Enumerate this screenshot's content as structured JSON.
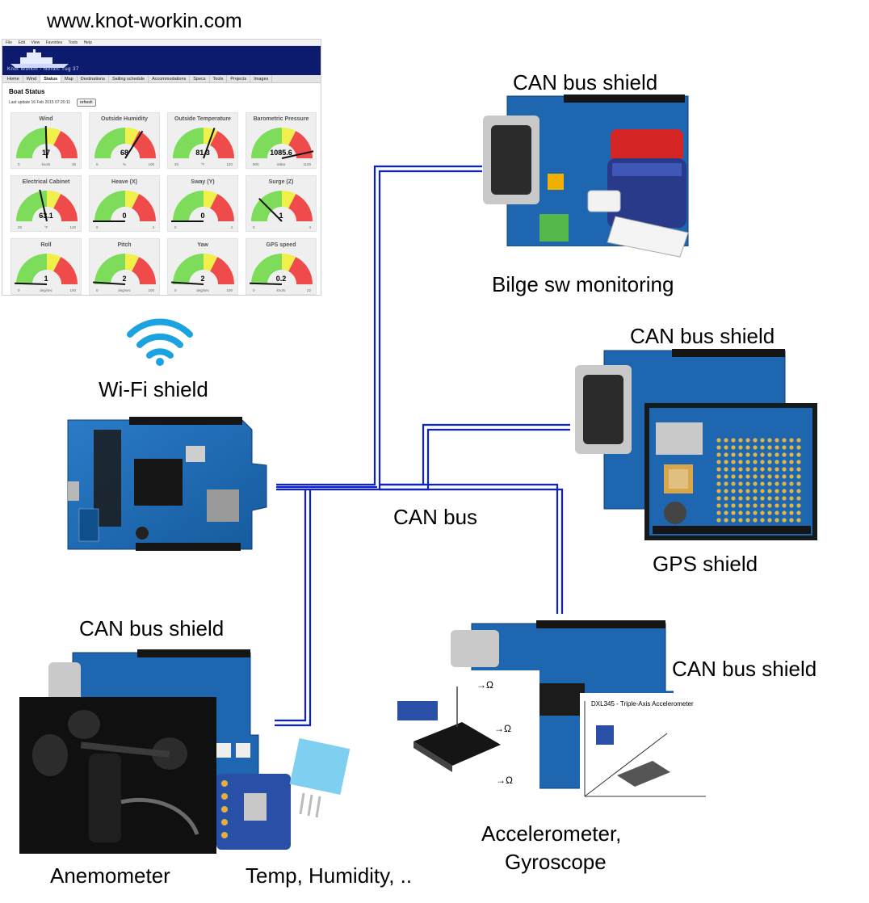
{
  "labels": {
    "website_url": "www.knot-workin.com",
    "wifi_shield": "Wi-Fi shield",
    "can_bus": "CAN bus",
    "can_shield_top": "CAN bus shield",
    "bilge": "Bilge sw monitoring",
    "can_shield_gps": "CAN bus shield",
    "gps_shield": "GPS shield",
    "can_shield_anemometer": "CAN bus shield",
    "can_shield_accel": "CAN bus shield",
    "anemometer": "Anemometer",
    "temp_humidity": "Temp, Humidity, ..",
    "accel_line1": "Accelerometer,",
    "accel_line2": "Gyroscope"
  },
  "website": {
    "menubar": [
      "File",
      "Edit",
      "View",
      "Favorites",
      "Tools",
      "Help"
    ],
    "banner_title": "Knot Workin - Nordic Tug 37",
    "nav": [
      "Home",
      "Wind",
      "Status",
      "Map",
      "Destinations",
      "Sailing schedule",
      "Accommodations",
      "Specs",
      "Tools",
      "Projects",
      "Images"
    ],
    "active_tab": "Status",
    "heading": "Boat Status",
    "last_update": "Last update 16 Feb 2015 07:20:11",
    "refresh_label": "refresh",
    "gauges": [
      {
        "title": "Wind",
        "value": "17",
        "unit": "knots",
        "min": "0",
        "max": "35",
        "fraction": 0.49
      },
      {
        "title": "Outside Humidity",
        "value": "68",
        "unit": "%",
        "min": "0",
        "max": "100",
        "fraction": 0.68
      },
      {
        "title": "Outside Temperature",
        "value": "81.3",
        "unit": "°F",
        "min": "20",
        "max": "120",
        "fraction": 0.61
      },
      {
        "title": "Barometric Pressure",
        "value": "1085.6",
        "unit": "mBar",
        "min": "900",
        "max": "1100",
        "fraction": 0.93
      },
      {
        "title": "Electrical Cabinet",
        "value": "63.1",
        "unit": "°F",
        "min": "20",
        "max": "120",
        "fraction": 0.43
      },
      {
        "title": "Heave (X)",
        "value": "0",
        "unit": "",
        "min": "0",
        "max": "4",
        "fraction": 0.0
      },
      {
        "title": "Sway (Y)",
        "value": "0",
        "unit": "",
        "min": "0",
        "max": "4",
        "fraction": 0.0
      },
      {
        "title": "Surge (Z)",
        "value": "1",
        "unit": "",
        "min": "0",
        "max": "4",
        "fraction": 0.25
      },
      {
        "title": "Roll",
        "value": "1",
        "unit": "deg/sec",
        "min": "0",
        "max": "100",
        "fraction": 0.01
      },
      {
        "title": "Pitch",
        "value": "2",
        "unit": "deg/sec",
        "min": "0",
        "max": "100",
        "fraction": 0.02
      },
      {
        "title": "Yaw",
        "value": "2",
        "unit": "deg/sec",
        "min": "0",
        "max": "100",
        "fraction": 0.02
      },
      {
        "title": "GPS speed",
        "value": "0.2",
        "unit": "knots",
        "min": "0",
        "max": "22",
        "fraction": 0.01
      }
    ]
  },
  "colors": {
    "bus_line": "#0b1fd6",
    "board_blue": "#1e66b0",
    "gauge_green": "#7ddc5a",
    "gauge_yellow": "#f1ef4a",
    "gauge_red": "#ef4b4b",
    "banner_navy": "#0d1b6e"
  },
  "icons": [
    "wifi-icon"
  ]
}
